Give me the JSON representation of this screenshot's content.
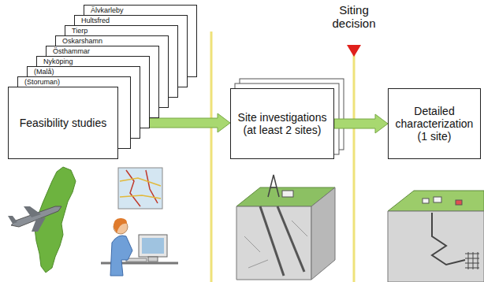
{
  "diagram": {
    "nodes": [
      {
        "text": [
          "Älvkarleby"
        ]
      },
      {
        "text": [
          "Hultsfred"
        ]
      },
      {
        "text": [
          "Tierp"
        ]
      },
      {
        "text": [
          "Oskarshamn"
        ]
      },
      {
        "text": [
          "Östhammar"
        ]
      },
      {
        "text": [
          "Nyköping"
        ]
      },
      {
        "text": [
          "(Malå)"
        ]
      },
      {
        "text": [
          "(Storuman)"
        ]
      },
      {
        "text": [
          "Feasibility studies"
        ]
      },
      {
        "text": [
          "Site investigations (at least 2 sites)"
        ]
      },
      {
        "text": [
          "Detailed characterization (1 site)"
        ]
      }
    ],
    "edges": [
      {
        "from": 8,
        "to": 9,
        "arrow": "to"
      },
      {
        "from": 9,
        "to": 10,
        "arrow": "to"
      }
    ],
    "labels": [
      "Siting decision"
    ]
  }
}
